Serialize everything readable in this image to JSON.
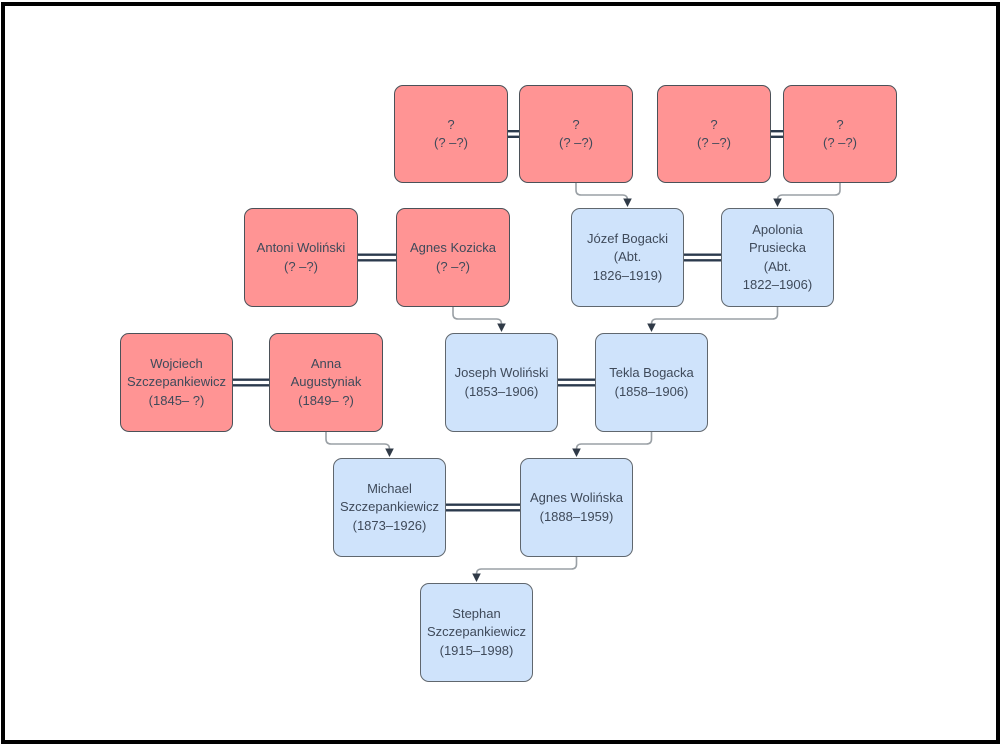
{
  "diagram": {
    "type": "family-tree",
    "colors": {
      "unknown_fill": "#ff9494",
      "known_fill": "#cfe3fb",
      "node_border": "#50565d",
      "text": "#3f4a5a",
      "child_link": "#9aa0a5",
      "arrowhead": "#303a47",
      "marriage_line": "#2b3a4d",
      "background": "#ffffff",
      "frame": "#000000"
    }
  },
  "people": [
    {
      "id": "unknown-1",
      "name": "?",
      "dates": "(? –?)",
      "status": "unknown"
    },
    {
      "id": "unknown-2",
      "name": "?",
      "dates": "(? –?)",
      "status": "unknown"
    },
    {
      "id": "unknown-3",
      "name": "?",
      "dates": "(? –?)",
      "status": "unknown"
    },
    {
      "id": "unknown-4",
      "name": "?",
      "dates": "(? –?)",
      "status": "unknown"
    },
    {
      "id": "antoni-wolinski",
      "name": "Antoni Woliński",
      "dates": "(? –?)",
      "status": "unknown"
    },
    {
      "id": "agnes-kozicka",
      "name": "Agnes Kozicka",
      "dates": "(? –?)",
      "status": "unknown"
    },
    {
      "id": "jozef-bogacki",
      "name": "Józef Bogacki",
      "dates": "(Abt.\n1826–1919)",
      "status": "known"
    },
    {
      "id": "apolonia-prusiecka",
      "name": "Apolonia\nPrusiecka",
      "dates": "(Abt.\n1822–1906)",
      "status": "known"
    },
    {
      "id": "wojciech-szczepankiewicz",
      "name": "Wojciech\nSzczepankiewicz",
      "dates": "(1845– ?)",
      "status": "unknown"
    },
    {
      "id": "anna-augustyniak",
      "name": "Anna\nAugustyniak",
      "dates": "(1849– ?)",
      "status": "unknown"
    },
    {
      "id": "joseph-wolinski",
      "name": "Joseph Woliński",
      "dates": "(1853–1906)",
      "status": "known"
    },
    {
      "id": "tekla-bogacka",
      "name": "Tekla Bogacka",
      "dates": "(1858–1906)",
      "status": "known"
    },
    {
      "id": "michael-szczepankiewicz",
      "name": "Michael\nSzczepankiewicz",
      "dates": "(1873–1926)",
      "status": "known"
    },
    {
      "id": "agnes-wolinska",
      "name": "Agnes Wolińska",
      "dates": "(1888–1959)",
      "status": "known"
    },
    {
      "id": "stephan-szczepankiewicz",
      "name": "Stephan\nSzczepankiewicz",
      "dates": "(1915–1998)",
      "status": "known"
    }
  ],
  "relationships": {
    "marriages": [
      [
        "unknown-1",
        "unknown-2"
      ],
      [
        "unknown-3",
        "unknown-4"
      ],
      [
        "antoni-wolinski",
        "agnes-kozicka"
      ],
      [
        "jozef-bogacki",
        "apolonia-prusiecka"
      ],
      [
        "wojciech-szczepankiewicz",
        "anna-augustyniak"
      ],
      [
        "joseph-wolinski",
        "tekla-bogacka"
      ],
      [
        "michael-szczepankiewicz",
        "agnes-wolinska"
      ]
    ],
    "parent_child_links": [
      {
        "from": "unknown-2",
        "to": "jozef-bogacki"
      },
      {
        "from": "unknown-4",
        "to": "apolonia-prusiecka"
      },
      {
        "from": "agnes-kozicka",
        "to": "joseph-wolinski"
      },
      {
        "from": "apolonia-prusiecka",
        "to": "tekla-bogacka"
      },
      {
        "from": "anna-augustyniak",
        "to": "michael-szczepankiewicz"
      },
      {
        "from": "tekla-bogacka",
        "to": "agnes-wolinska"
      },
      {
        "from": "agnes-wolinska",
        "to": "stephan-szczepankiewicz"
      }
    ]
  }
}
